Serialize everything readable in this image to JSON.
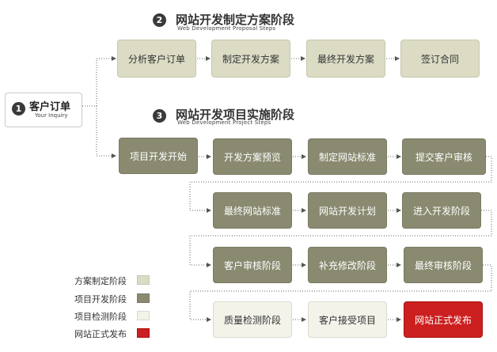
{
  "start": {
    "title": "客户订单",
    "subtitle": "Your Inquiry",
    "number": "1"
  },
  "section2": {
    "number": "2",
    "title": "网站开发制定方案阶段",
    "subtitle": "Web Development Proposal Steps",
    "steps": [
      "分析客户订单",
      "制定开发方案",
      "最终开发方案",
      "签订合同"
    ]
  },
  "section3": {
    "number": "3",
    "title": "网站开发项目实施阶段",
    "subtitle": "Web Development Project Steps",
    "row1": [
      "项目开发开始",
      "开发方案预览",
      "制定网站标准",
      "提交客户审核"
    ],
    "row2": [
      "最终网站标准",
      "网站开发计划",
      "进入开发阶段"
    ],
    "row3": [
      "客户审核阶段",
      "补充修改阶段",
      "最终审核阶段"
    ],
    "row4": [
      "质量检测阶段",
      "客户接受项目",
      "网站正式发布"
    ]
  },
  "legend": [
    {
      "label": "方案制定阶段",
      "color": "#dcdcc5"
    },
    {
      "label": "项目开发阶段",
      "color": "#8a8a71"
    },
    {
      "label": "项目检测阶段",
      "color": "#f3f3ea"
    },
    {
      "label": "网站正式发布",
      "color": "#cc1f1f"
    }
  ],
  "colors": {
    "connector": "#666666",
    "arrow": "#555555"
  }
}
